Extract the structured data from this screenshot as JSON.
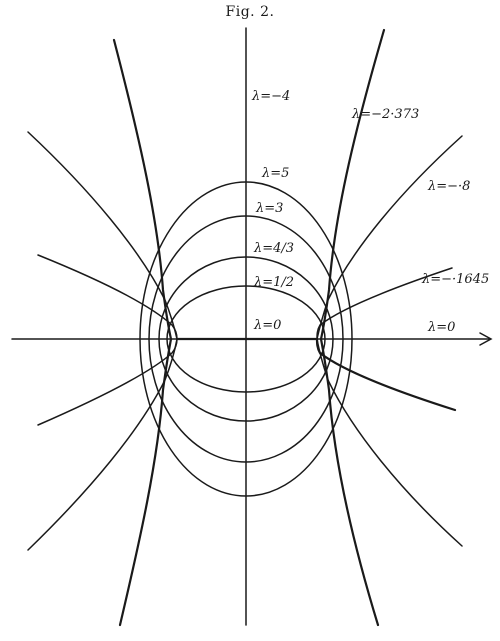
{
  "figure": {
    "title": "Fig. 2.",
    "labels": {
      "lam_neg4": "λ=−4",
      "lam_neg2373": "λ=−2·373",
      "lam_neg08": "λ=−·8",
      "lam_neg01645": "λ=−·1645",
      "lam_0_axis": "λ=0",
      "lam_0_center": "λ=0",
      "lam_5": "λ=5",
      "lam_3": "λ=3",
      "lam_4_3": "λ=4/3",
      "lam_half": "λ=1/2"
    }
  }
}
